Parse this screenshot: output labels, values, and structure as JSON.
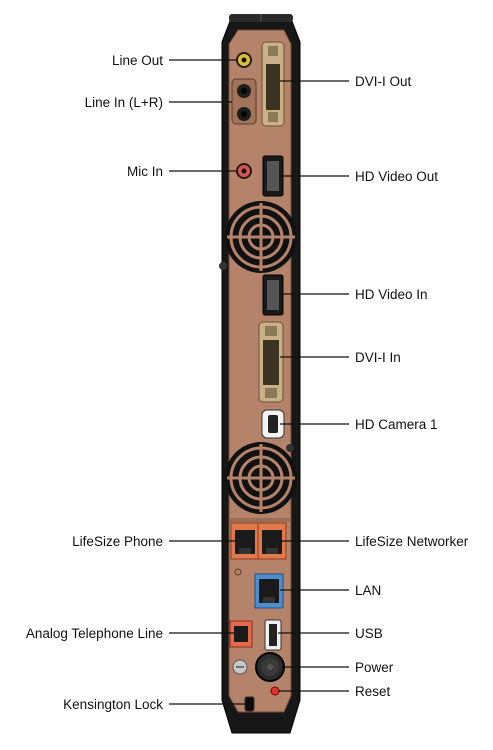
{
  "labels_left": {
    "line_out": "Line Out",
    "line_in": "Line In (L+R)",
    "mic_in": "Mic In",
    "lifesize_phone": "LifeSize Phone",
    "analog_telephone_line": "Analog Telephone Line",
    "kensington_lock": "Kensington Lock"
  },
  "labels_right": {
    "dvi_out": "DVI-I Out",
    "hd_video_out": "HD Video Out",
    "hd_video_in": "HD Video In",
    "dvi_in": "DVI-I In",
    "hd_camera_1": "HD Camera 1",
    "lifesize_networker": "LifeSize Networker",
    "lan": "LAN",
    "usb": "USB",
    "power": "Power",
    "reset": "Reset"
  },
  "colors": {
    "panel": "#b5836a",
    "chassis": "#171717",
    "line_out_jack": "#d8c23a",
    "mic_jack": "#d4555a",
    "phone_port_frame": "#e07a4a",
    "lan_port_frame": "#4a8fd0",
    "analog_port_frame": "#e56a4a",
    "reset_button": "#e03030"
  }
}
